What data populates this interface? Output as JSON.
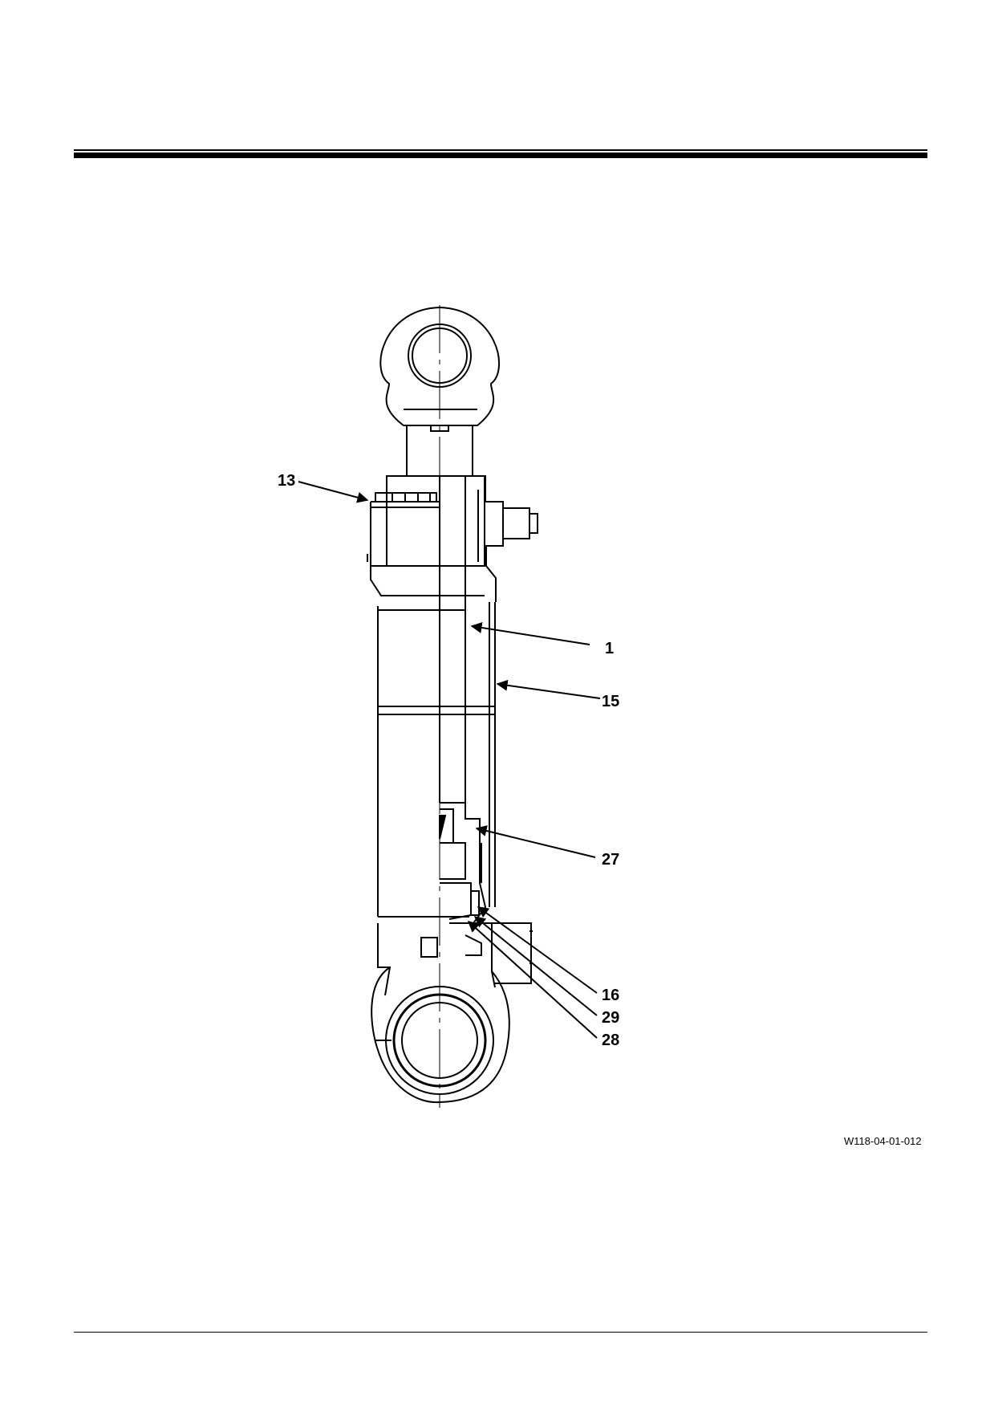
{
  "figure": {
    "reference": "W118-04-01-012",
    "callouts": [
      {
        "id": "13",
        "label": "13"
      },
      {
        "id": "1",
        "label": "1"
      },
      {
        "id": "15",
        "label": "15"
      },
      {
        "id": "27",
        "label": "27"
      },
      {
        "id": "16",
        "label": "16"
      },
      {
        "id": "29",
        "label": "29"
      },
      {
        "id": "28",
        "label": "28"
      }
    ]
  }
}
